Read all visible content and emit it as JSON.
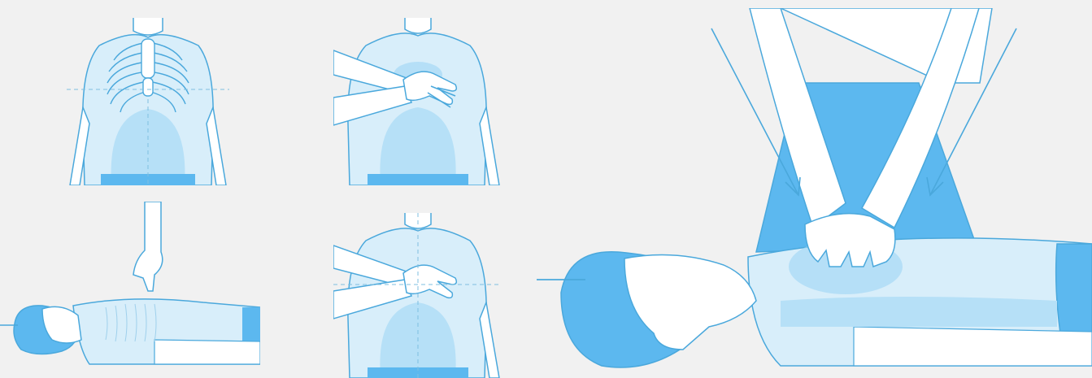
{
  "palette": {
    "background": "#f1f1f1",
    "outline": "#4aa8dc",
    "shirt": "#d8eefa",
    "shirt_shade": "#b6e0f7",
    "accent": "#5cb8ef",
    "skin": "#ffffff",
    "guide_line": "#7fbfe0"
  },
  "figures": [
    {
      "id": "torso-ribcage",
      "icon": "ribcage-icon"
    },
    {
      "id": "torso-hand-placement",
      "icon": "hands-icon"
    },
    {
      "id": "lying-finger-locate",
      "icon": "finger-point-icon"
    },
    {
      "id": "torso-hands-crosshair",
      "icon": "crosshair-icon"
    },
    {
      "id": "chest-compression",
      "icon": "compression-arrows-icon"
    }
  ]
}
